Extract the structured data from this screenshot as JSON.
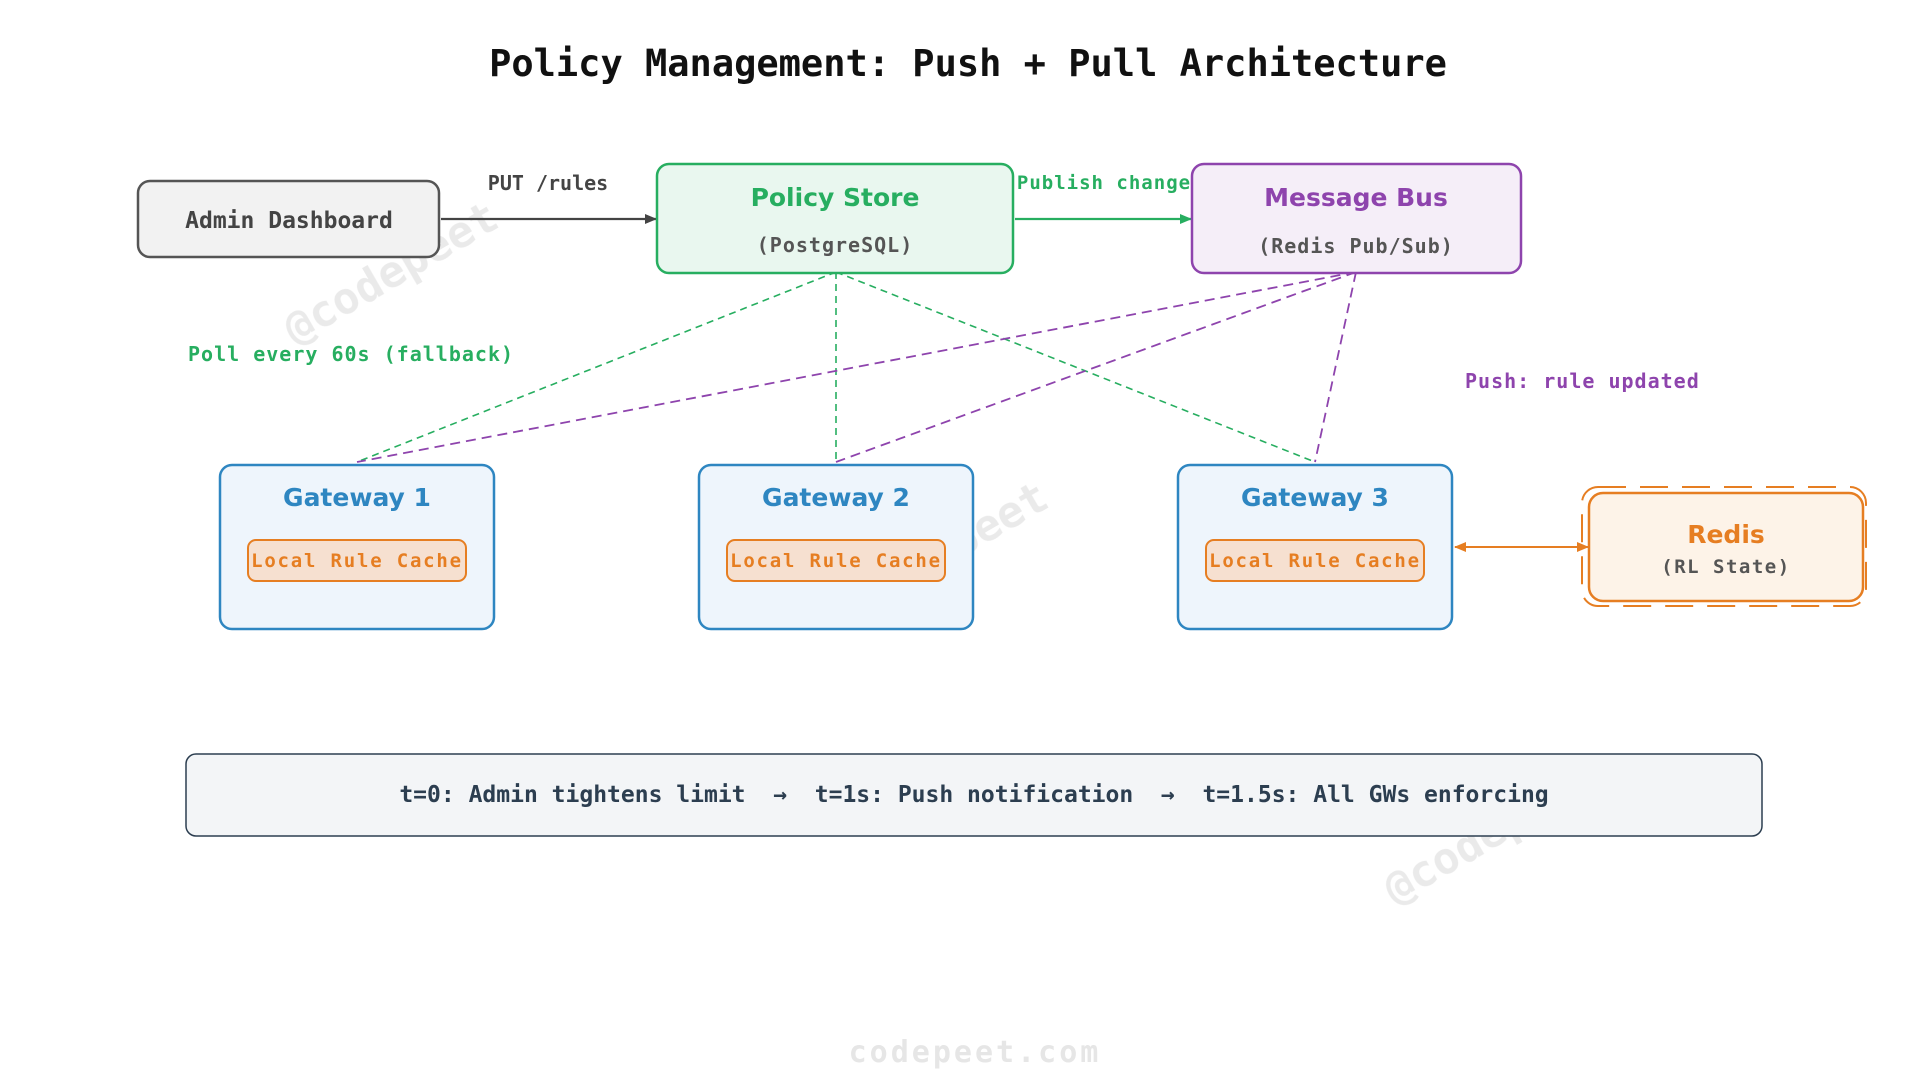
{
  "title": "Policy Management: Push + Pull Architecture",
  "nodes": {
    "admin": {
      "label": "Admin Dashboard"
    },
    "policy_store": {
      "label": "Policy Store",
      "sub": "(PostgreSQL)"
    },
    "message_bus": {
      "label": "Message Bus",
      "sub": "(Redis Pub/Sub)"
    },
    "gateways": [
      {
        "label": "Gateway 1",
        "cache": "Local Rule Cache"
      },
      {
        "label": "Gateway 2",
        "cache": "Local Rule Cache"
      },
      {
        "label": "Gateway 3",
        "cache": "Local Rule Cache"
      }
    ],
    "redis": {
      "label": "Redis",
      "sub": "(RL State)"
    }
  },
  "edges": {
    "put_rules": "PUT /rules",
    "publish_change": "Publish change",
    "poll": "Poll every 60s (fallback)",
    "push": "Push: rule updated"
  },
  "timeline": "t=0: Admin tightens limit  →  t=1s: Push notification  →  t=1.5s: All GWs enforcing",
  "watermarks": [
    "@codepeet",
    "@codepeet",
    "@codepeet"
  ],
  "footer": "codepeet.com",
  "colors": {
    "green": "#27ae60",
    "purple": "#8e44ad",
    "blue": "#2e86c1",
    "orange": "#e67e22",
    "dark": "#444444"
  }
}
